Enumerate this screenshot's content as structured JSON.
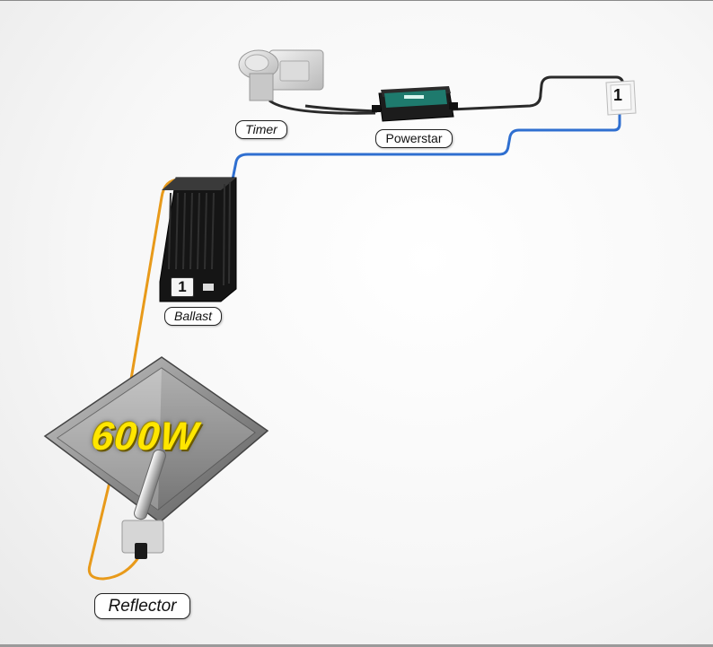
{
  "labels": {
    "timer": "Timer",
    "powerstar": "Powerstar",
    "ballast": "Ballast",
    "reflector": "Reflector"
  },
  "lamp_wattage": "600W",
  "ballast_number": "1",
  "socket_number": "1",
  "colors": {
    "power_cable": "#2a2a2a",
    "ballast_to_socket_cable": "#2f6fd0",
    "lamp_cable": "#e89a1a",
    "wattage_text": "#ffe600"
  }
}
